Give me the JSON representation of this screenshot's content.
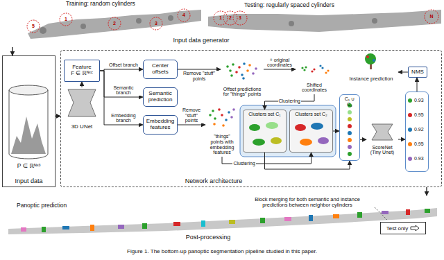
{
  "diagram": {
    "caption": "Figure 1. The bottom-up panoptic segmentation pipeline studied in this paper.",
    "nodes": [
      {
        "text": [
          "Training: random cylinders",
          "Testing: regularly spaced cylinders",
          "Input data generator"
        ]
      },
      {
        "text": [
          "P ∈ ℝᴺˣ³",
          "Input data"
        ]
      },
      {
        "text": [
          "Network architecture"
        ]
      },
      {
        "text": [
          "Feature",
          "F ∈ ℝᴺˣᶜ"
        ],
        "in": 2
      },
      {
        "text": [
          "3D UNet"
        ],
        "in": 2
      },
      {
        "text": [
          "Center offsets"
        ],
        "in": 2
      },
      {
        "text": [
          "Semantic prediction"
        ],
        "in": 2
      },
      {
        "text": [
          "Embedding features"
        ],
        "in": 2
      },
      {
        "text": [
          "Offset predictions for \"things\" points"
        ],
        "in": 2
      },
      {
        "text": [
          "Shifted coordinates"
        ],
        "in": 2
      },
      {
        "text": [
          "\"things\" points with embedding features"
        ],
        "in": 2
      },
      {
        "text": [
          "Clusters set C₁"
        ],
        "in": 2
      },
      {
        "text": [
          "Clusters set C₂"
        ],
        "in": 2
      },
      {
        "text": [
          "C₁ ∪ C₂"
        ],
        "in": 2
      },
      {
        "text": [
          "ScoreNet (Tiny Unet)"
        ],
        "in": 2
      },
      {
        "text": [
          "0.93",
          "0.95",
          "0.92",
          "0.95",
          "0.93"
        ],
        "in": 2
      },
      {
        "text": [
          "NMS"
        ],
        "in": 2
      },
      {
        "text": [
          "Instance prediction"
        ],
        "in": 2
      },
      {
        "text": [
          "Panoptic prediction",
          "Block merging for both semantic and instance predictions between neighbor cylinders",
          "Post-processing"
        ]
      }
    ],
    "edges": [
      {
        "from": 0,
        "to": 1,
        "arrow": "to"
      },
      {
        "from": 1,
        "to": 2,
        "arrow": "to"
      },
      {
        "from": 2,
        "to": 18,
        "arrow": "to"
      },
      {
        "from": 4,
        "to": 3,
        "arrow": "to"
      },
      {
        "from": 3,
        "to": 5,
        "label": "Offset branch",
        "arrow": "to"
      },
      {
        "from": 3,
        "to": 6,
        "label": "Semantic branch",
        "arrow": "to"
      },
      {
        "from": 3,
        "to": 7,
        "label": "Embedding branch",
        "arrow": "to"
      },
      {
        "from": 5,
        "to": 8,
        "label": "Remove \"stuff\" points",
        "arrow": "to"
      },
      {
        "from": 7,
        "to": 10,
        "label": "Remove \"stuff\" points",
        "arrow": "to"
      },
      {
        "from": 8,
        "to": 9,
        "label": "+ original coordinates",
        "arrow": "to"
      },
      {
        "from": 9,
        "to": 11,
        "label": "Clustering",
        "arrow": "to"
      },
      {
        "from": 10,
        "to": 12,
        "label": "Clustering",
        "arrow": "to"
      },
      {
        "from": 11,
        "to": 13,
        "arrow": "to"
      },
      {
        "from": 12,
        "to": 13,
        "arrow": "to"
      },
      {
        "from": 13,
        "to": 14,
        "arrow": "to"
      },
      {
        "from": 14,
        "to": 15,
        "arrow": "to"
      },
      {
        "from": 15,
        "to": 16,
        "arrow": "to"
      },
      {
        "from": 16,
        "to": 17,
        "arrow": "to"
      }
    ],
    "labels": [
      "5",
      "1",
      "2",
      "3",
      "4",
      "1",
      "2",
      "3",
      "N"
    ],
    "legend": [
      {
        "text": "Test only"
      }
    ]
  }
}
